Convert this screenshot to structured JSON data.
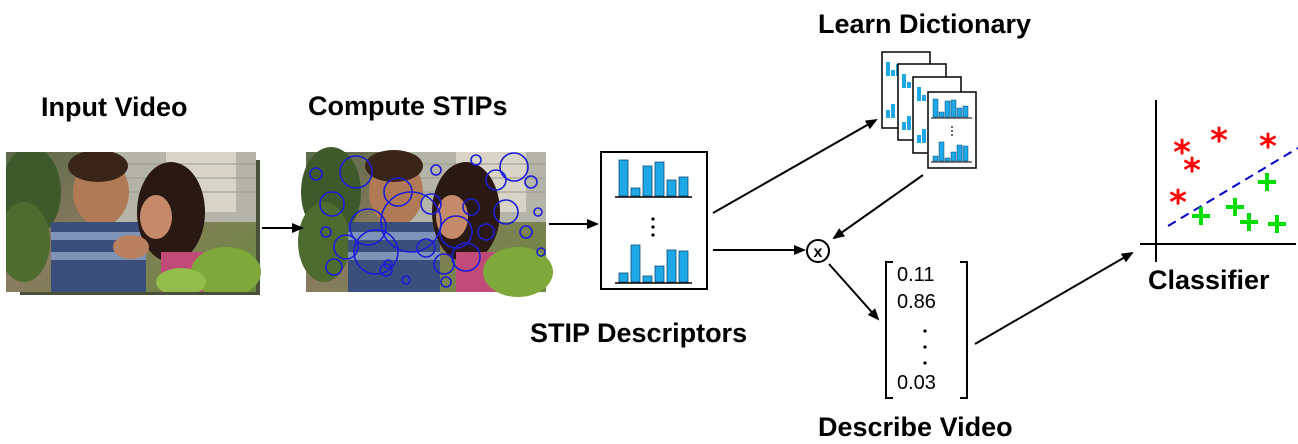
{
  "stages": {
    "input_video": "Input Video",
    "compute_stips": "Compute STIPs",
    "stip_descriptors": "STIP Descriptors",
    "learn_dictionary": "Learn Dictionary",
    "classifier": "Classifier",
    "describe_video": "Describe Video"
  },
  "operator": "x",
  "video_descriptor": {
    "values": [
      "0.11",
      "0.86",
      "0.03"
    ]
  },
  "classifier_plot": {
    "star_color": "#ff0000",
    "plus_color": "#00dd00",
    "boundary_color": "#0000cc"
  },
  "histogram_color": "#1ea8e6",
  "circle_color": "#1d1dd6"
}
